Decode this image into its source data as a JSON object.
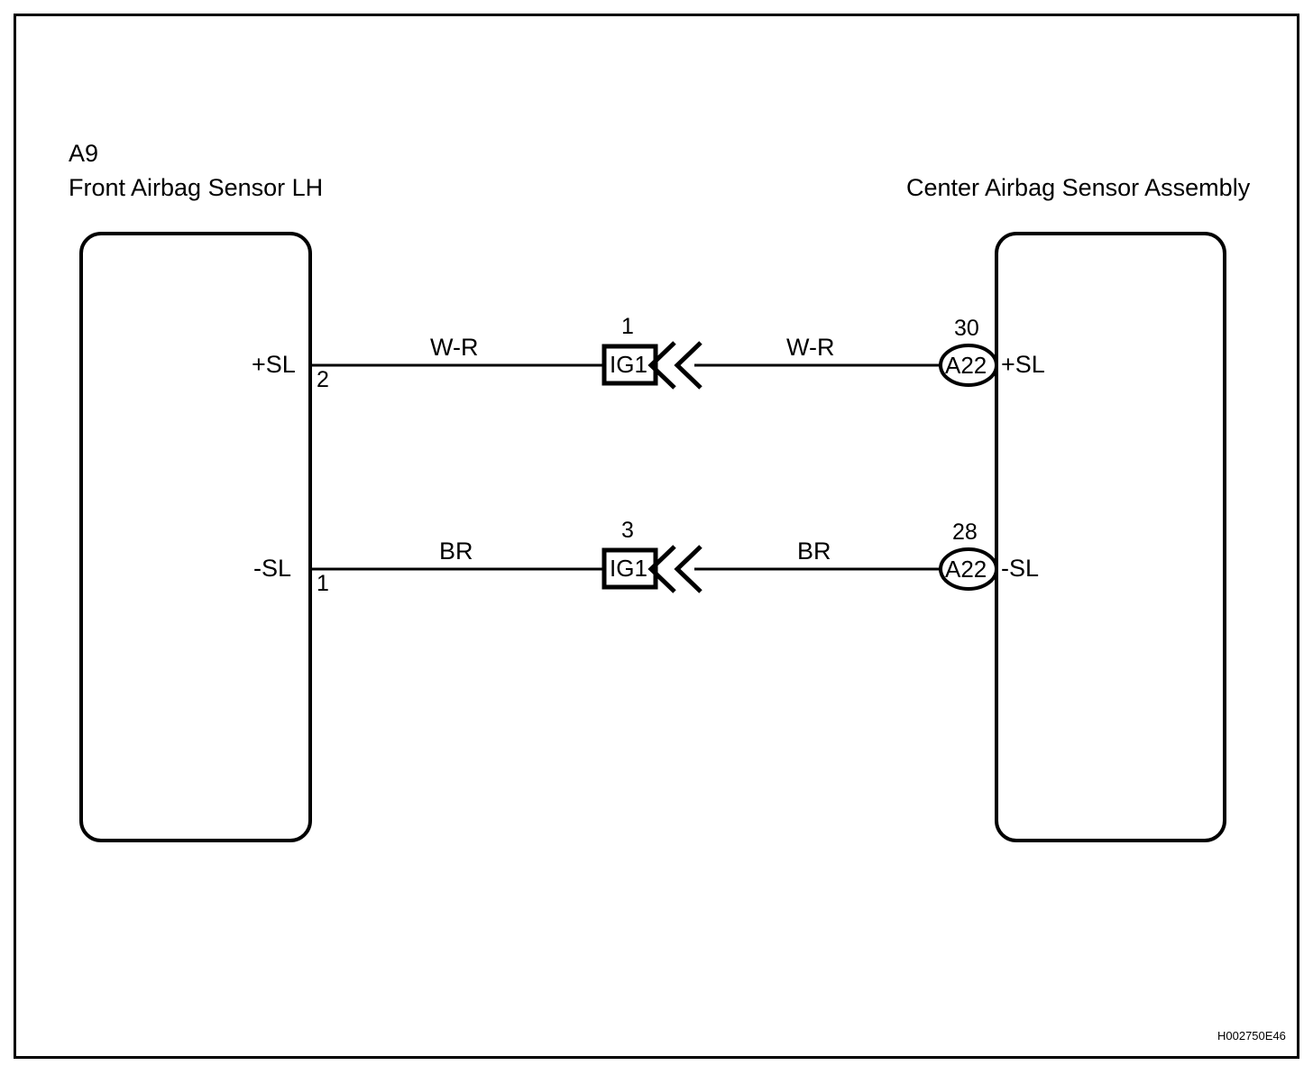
{
  "diagram": {
    "figure_code": "H002750E46",
    "left_component": {
      "code": "A9",
      "name": "Front Airbag Sensor LH"
    },
    "right_component": {
      "name": "Center Airbag Sensor Assembly"
    },
    "rows": [
      {
        "left_terminal": "+SL",
        "left_pin": "2",
        "wire_left_label": "W-R",
        "junction_number": "1",
        "junction_label": "IG1",
        "wire_right_label": "W-R",
        "right_pin": "30",
        "right_connector": "A22",
        "right_terminal": "+SL"
      },
      {
        "left_terminal": "-SL",
        "left_pin": "1",
        "wire_left_label": "BR",
        "junction_number": "3",
        "junction_label": "IG1",
        "wire_right_label": "BR",
        "right_pin": "28",
        "right_connector": "A22",
        "right_terminal": "-SL"
      }
    ],
    "colors": {
      "line": "#000000",
      "background": "#ffffff"
    }
  }
}
